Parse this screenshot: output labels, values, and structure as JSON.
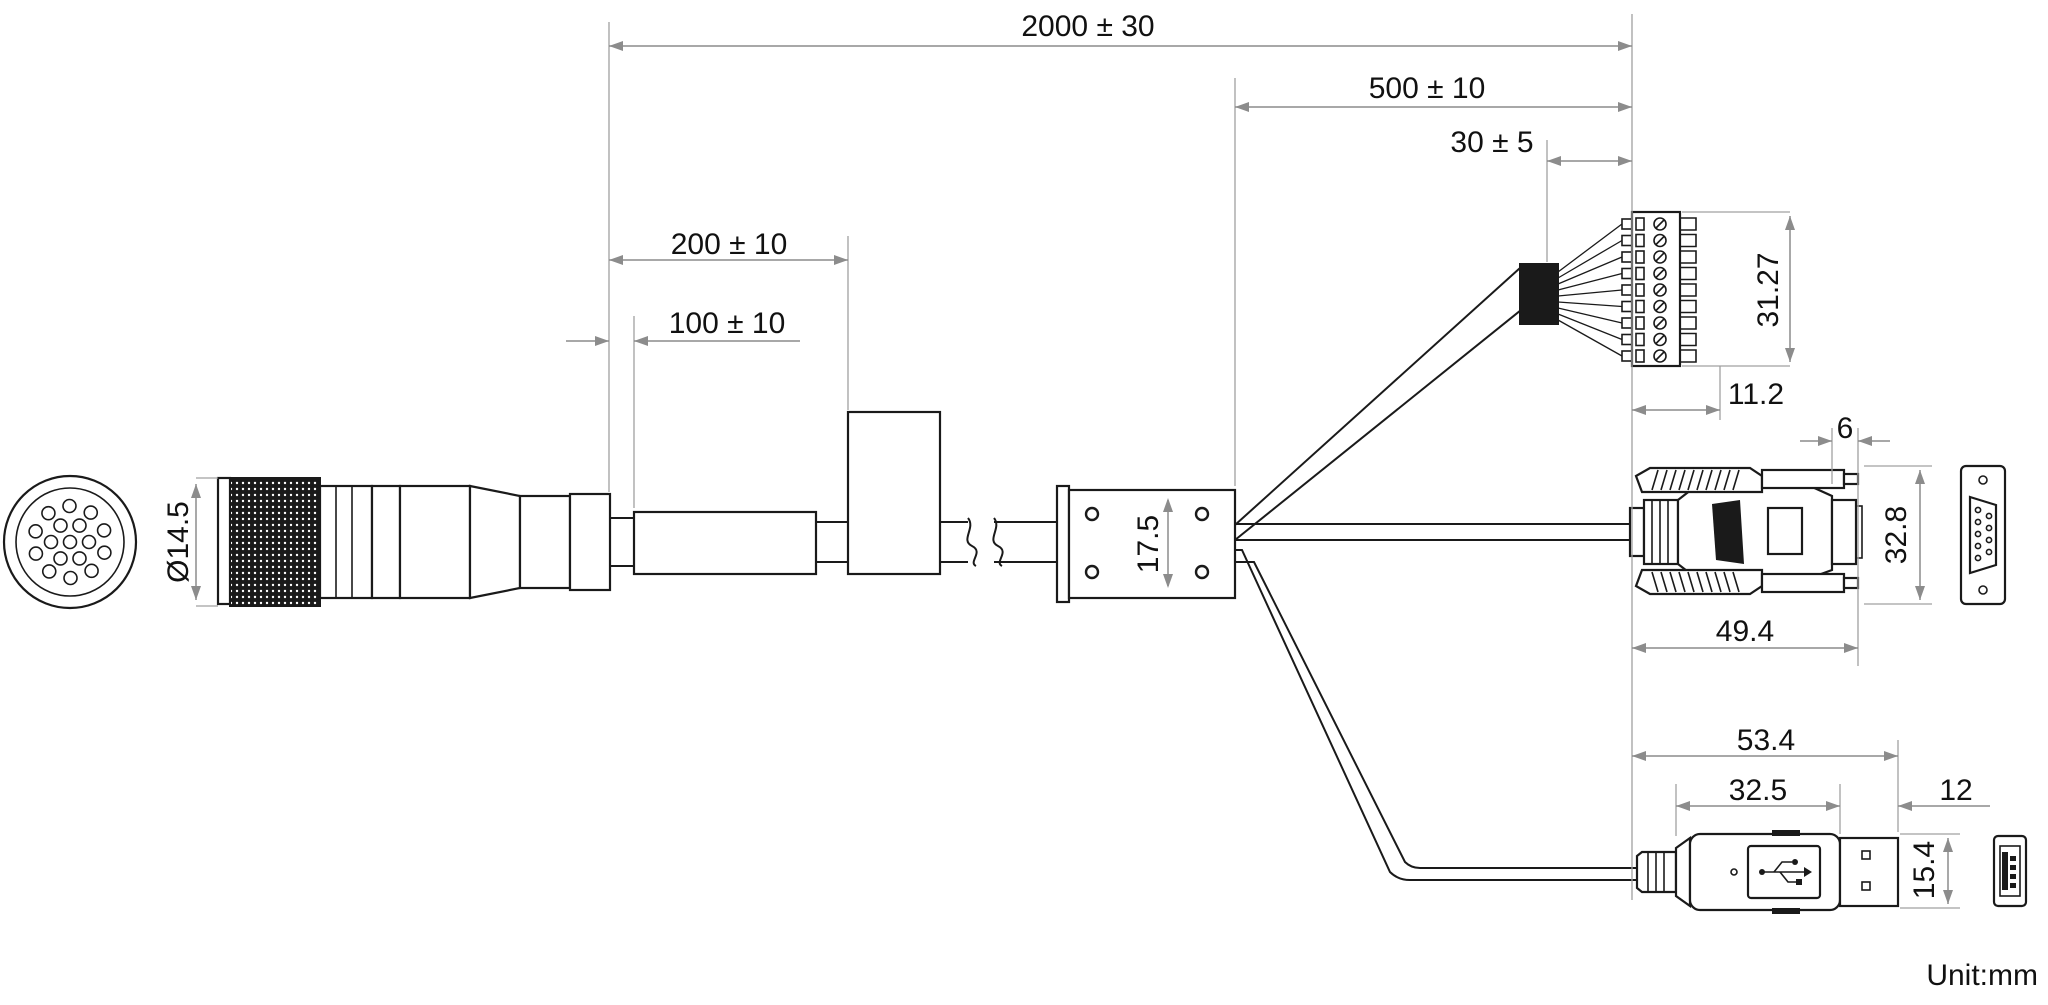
{
  "dimensions": {
    "overall_length": "2000 ± 30",
    "branch_length": "500 ± 10",
    "terminal_wire_length": "30 ± 5",
    "label_position": "200 ± 10",
    "sleeve_length": "100 ± 10",
    "connector_diameter": "Ø14.5",
    "ferrite_height": "17.5",
    "terminal_block_height": "31.27",
    "terminal_block_width": "11.2",
    "db9_screw_depth": "6",
    "db9_height": "32.8",
    "db9_length": "49.4",
    "usb_overall_length": "53.4",
    "usb_body_length": "32.5",
    "usb_plug_length": "12",
    "usb_height": "15.4"
  },
  "unit_note": "Unit:mm"
}
